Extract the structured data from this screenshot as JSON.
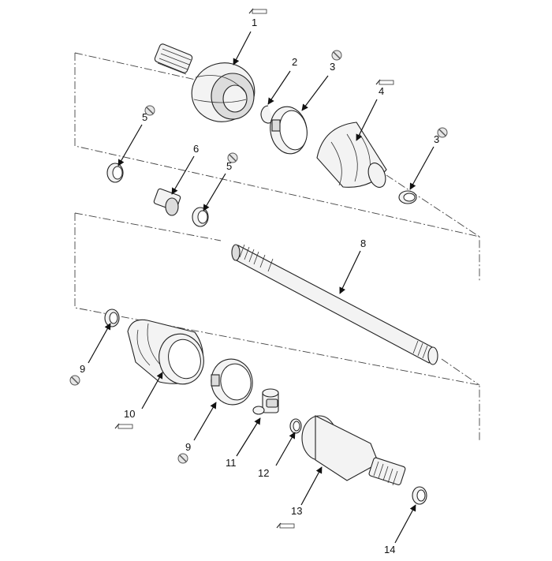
{
  "diagram": {
    "callouts": [
      "1",
      "2",
      "3",
      "4",
      "5",
      "6",
      "5",
      "3",
      "8",
      "9",
      "10",
      "9",
      "11",
      "12",
      "13",
      "14"
    ],
    "parts": [
      "outer-cv-joint",
      "snap-ring-outer",
      "boot-band-large-outer",
      "outer-boot",
      "damper-band-left",
      "dynamic-damper",
      "damper-band-right",
      "boot-band-small-outer",
      "shaft",
      "boot-band-small-inner",
      "inner-boot",
      "boot-band-large-inner",
      "spider-assembly",
      "circlip",
      "inner-joint-housing",
      "retaining-ring"
    ],
    "symbols": {
      "non_reusable_icon": "circle-with-slash",
      "grease_icon": "grease-tube"
    }
  }
}
